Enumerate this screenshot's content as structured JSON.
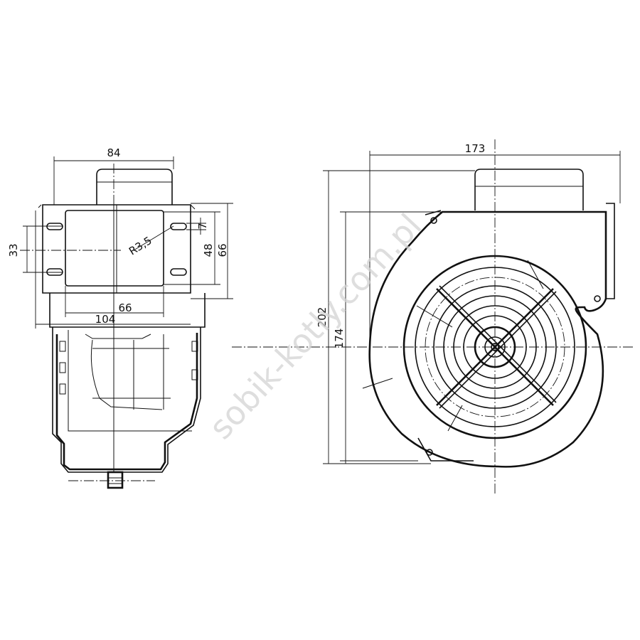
{
  "watermark": "sobik-kotly.com.pl",
  "side_view": {
    "dims": {
      "width_top": "84",
      "hole_spacing": "33",
      "radius": "R3,5",
      "slot": "7",
      "inner_height": "48",
      "outer_height": "66",
      "inner_width": "66",
      "outer_width": "104"
    }
  },
  "front_view": {
    "dims": {
      "width": "173",
      "outer_height": "202",
      "inner_height": "174"
    }
  }
}
